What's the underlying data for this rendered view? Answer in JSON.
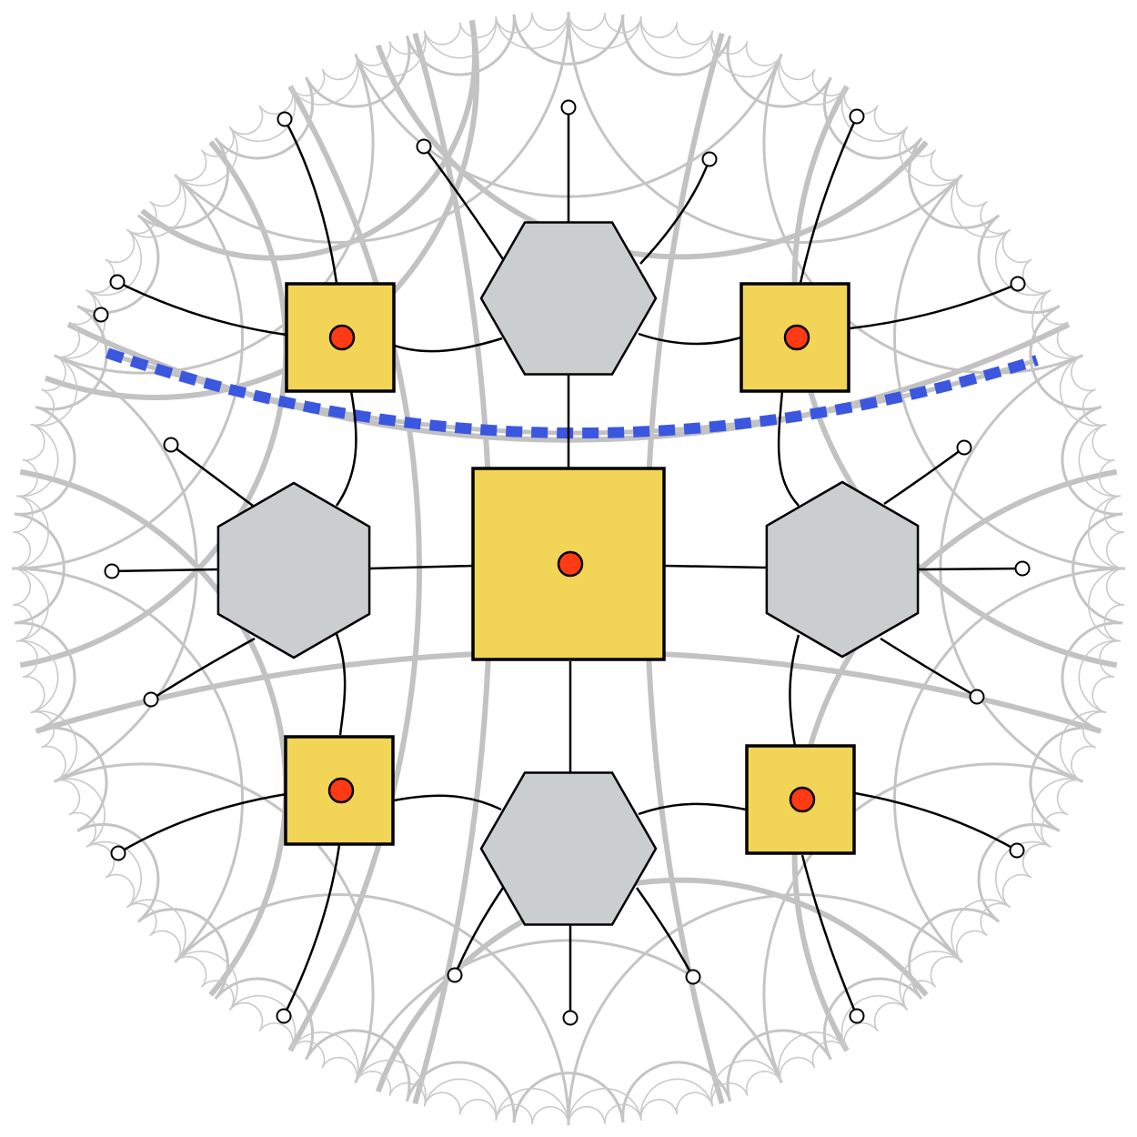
{
  "colors": {
    "square_fill": "#f2d456",
    "hexagon_fill": "#cbcecf",
    "dot_fill": "#ff3a14",
    "cut_line": "#3b57e0",
    "tiling_line": "#c2c2c2",
    "edge": "#000000",
    "leaf_fill": "#ffffff"
  },
  "nodes": [
    {
      "id": "center",
      "shape": "square",
      "has_dot": true
    },
    {
      "id": "top",
      "shape": "hexagon"
    },
    {
      "id": "bottom",
      "shape": "hexagon"
    },
    {
      "id": "left",
      "shape": "hexagon"
    },
    {
      "id": "right",
      "shape": "hexagon"
    },
    {
      "id": "top-left",
      "shape": "square",
      "has_dot": true
    },
    {
      "id": "top-right",
      "shape": "square",
      "has_dot": true
    },
    {
      "id": "bottom-left",
      "shape": "square",
      "has_dot": true
    },
    {
      "id": "bottom-right",
      "shape": "square",
      "has_dot": true
    }
  ],
  "edges": [
    [
      "center",
      "top"
    ],
    [
      "center",
      "bottom"
    ],
    [
      "center",
      "left"
    ],
    [
      "center",
      "right"
    ],
    [
      "top",
      "top-left"
    ],
    [
      "top",
      "top-right"
    ],
    [
      "bottom",
      "bottom-left"
    ],
    [
      "bottom",
      "bottom-right"
    ],
    [
      "left",
      "top-left"
    ],
    [
      "left",
      "bottom-left"
    ],
    [
      "right",
      "top-right"
    ],
    [
      "right",
      "bottom-right"
    ]
  ],
  "open_legs": 20,
  "cut_style": "dashed",
  "background": "hyperbolic-tiling"
}
